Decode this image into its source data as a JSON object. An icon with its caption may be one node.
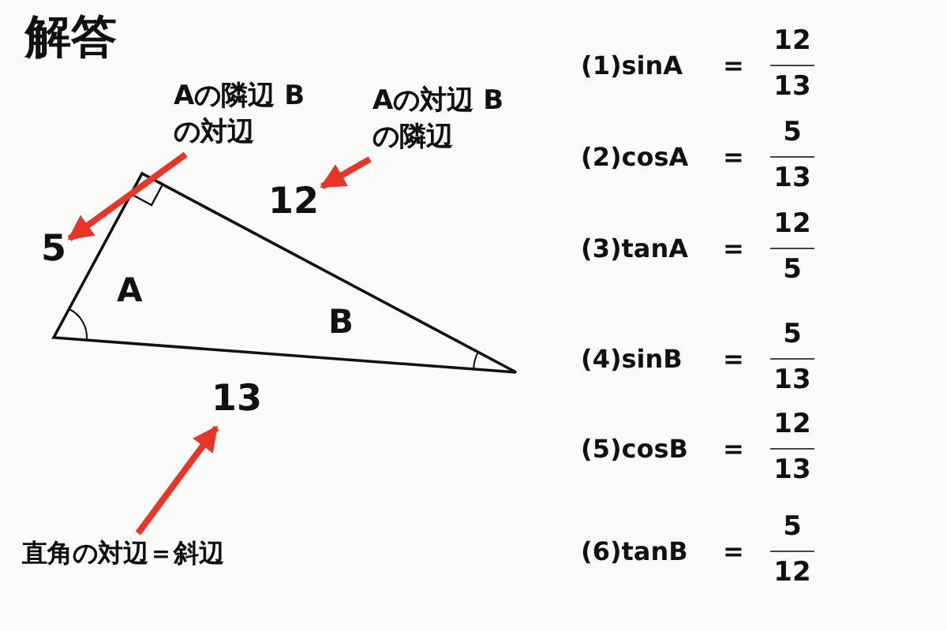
{
  "diagram": {
    "title": "解答",
    "nodes": [
      {
        "text": [
          "Aの隣辺 Bの対辺"
        ]
      },
      {
        "text": [
          "Aの対辺 Bの隣辺"
        ]
      },
      {
        "text": [
          "5"
        ]
      },
      {
        "text": [
          "12"
        ]
      },
      {
        "text": [
          "13"
        ]
      },
      {
        "text": [
          "直角の対辺＝斜辺"
        ]
      }
    ],
    "edges": [
      {
        "from": 0,
        "to": 2,
        "arrow": "to",
        "color": "#e8352a"
      },
      {
        "from": 1,
        "to": 3,
        "arrow": "to",
        "color": "#e8352a"
      },
      {
        "from": 5,
        "to": 4,
        "arrow": "to",
        "color": "#e8352a"
      }
    ],
    "labels": [
      "A",
      "B",
      "(1)sinA",
      "=",
      "12",
      "13",
      "(2)cosA",
      "=",
      "5",
      "13",
      "(3)tanA",
      "=",
      "12",
      "5",
      "(4)sinB",
      "=",
      "5",
      "13",
      "(5)cosB",
      "=",
      "12",
      "13",
      "(6)tanB",
      "=",
      "5",
      "12"
    ]
  }
}
